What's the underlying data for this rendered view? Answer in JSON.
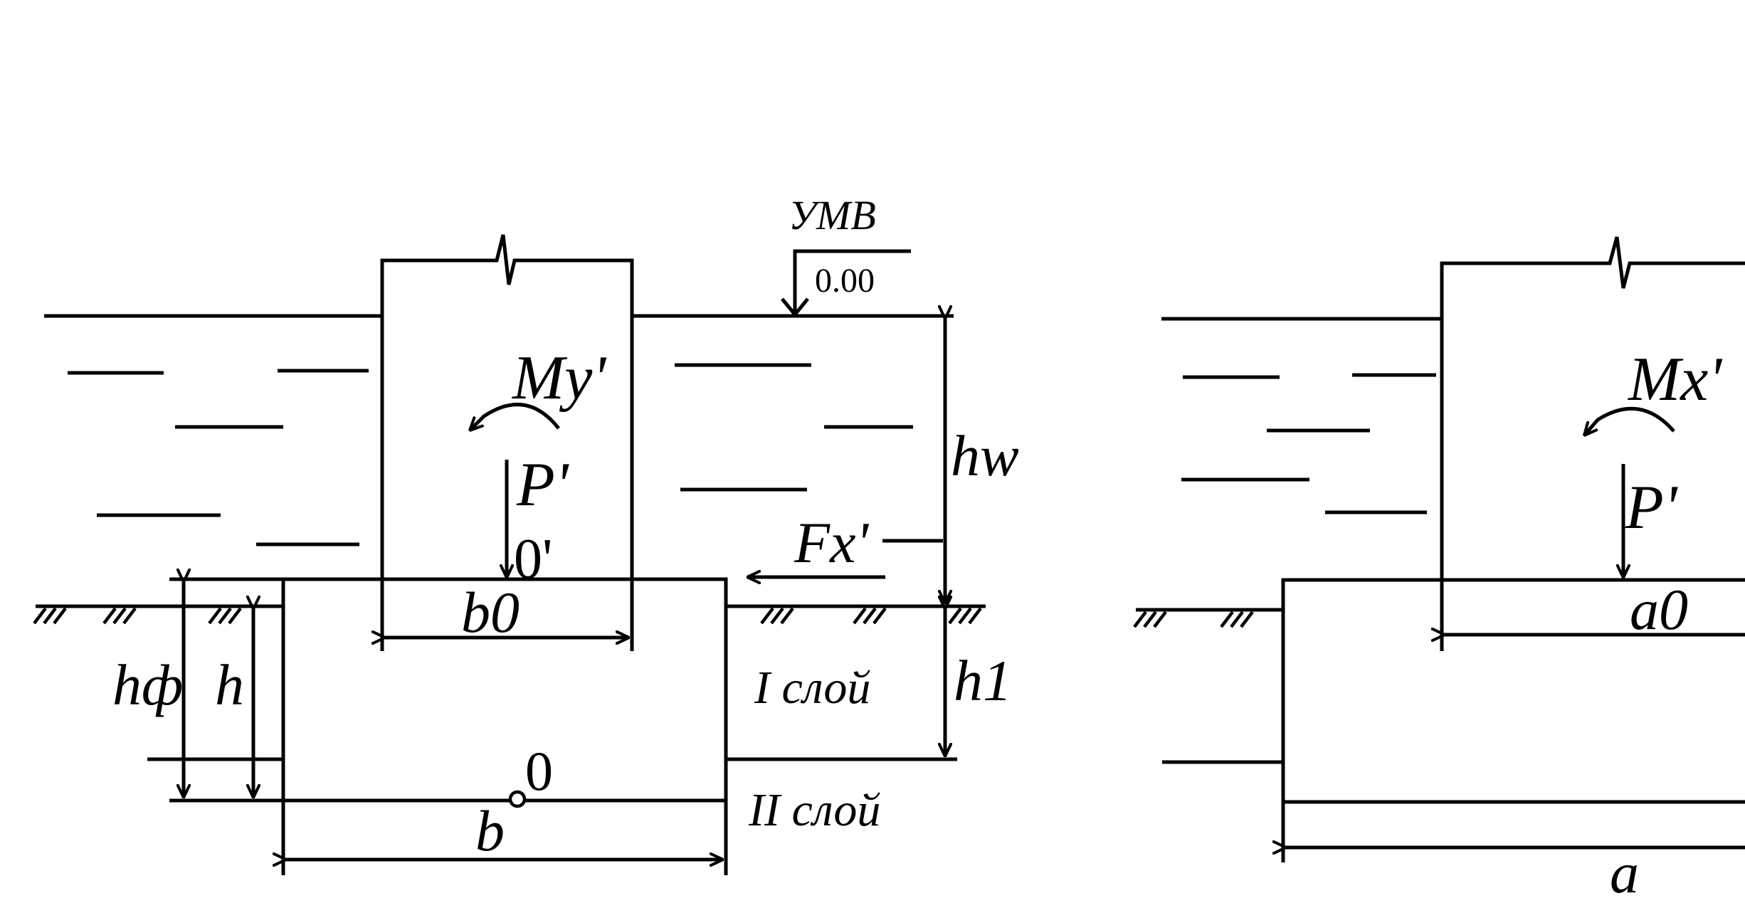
{
  "labels": {
    "water_level": "УМВ",
    "water_elevation": "0.00",
    "moment_y": "My'",
    "moment_x": "Mx'",
    "force_p": "P'",
    "force_p2": "P'",
    "point_o_prime": "0'",
    "point_o": "0",
    "force_fx": "Fx'",
    "water_depth": "hw",
    "layer_depth": "h1",
    "foundation_height": "hф",
    "height": "h",
    "width_b0": "b0",
    "width_b": "b",
    "length_a0": "a0",
    "length_a": "a",
    "layer_1": "I слой",
    "layer_2": "II слой"
  }
}
